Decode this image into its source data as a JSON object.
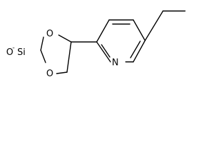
{
  "molecule": {
    "atoms": {
      "s1": {
        "label": "Si",
        "charge": "-"
      },
      "o_upper": {
        "label": "O"
      },
      "o_lower": {
        "label": "O"
      },
      "o_oxide": {
        "label": "O"
      },
      "n1": {
        "label": "N"
      }
    },
    "colors": {
      "bond": "#000000",
      "text": "#000000",
      "background": "#ffffff"
    }
  }
}
